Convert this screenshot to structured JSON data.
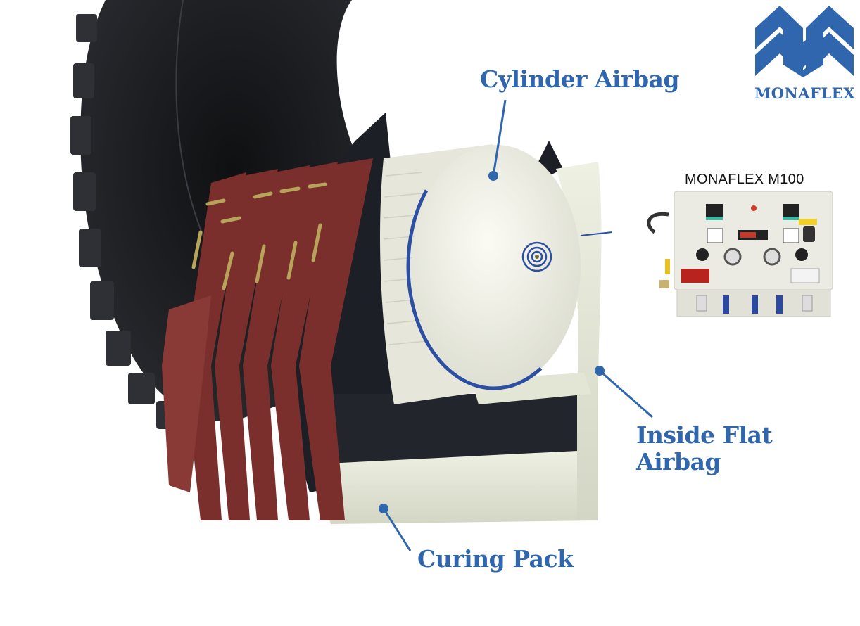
{
  "brand": {
    "name": "MONAFLEX",
    "logo_icon": "monaflex-m-logo-icon",
    "color": "#2f66ae"
  },
  "product_inset": {
    "title": "MONAFLEX M100",
    "image": "control-panel-device-icon"
  },
  "main_image": {
    "subject": "tire-repair-curing-assembly-icon",
    "colors": {
      "tire": "#1e1f22",
      "straps": "#7a2f2c",
      "airbag": "#f1f1e6",
      "accent_line": "#2d4fa3"
    }
  },
  "callouts": [
    {
      "id": "cylinder-airbag",
      "text": "Cylinder Airbag"
    },
    {
      "id": "inside-flat-airbag",
      "line1": "Inside Flat",
      "line2": "Airbag"
    },
    {
      "id": "curing-pack",
      "text": "Curing Pack"
    }
  ]
}
